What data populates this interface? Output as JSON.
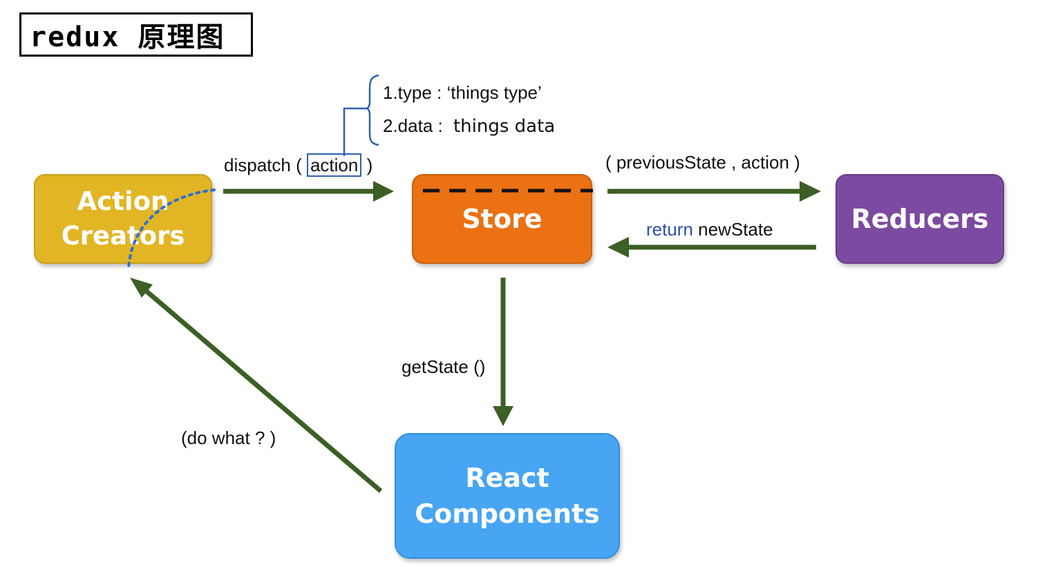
{
  "title": "redux 原理图",
  "nodes": {
    "action_creators": {
      "line1": "Action",
      "line2": "Creators",
      "color": "#e2b524"
    },
    "store": {
      "label": "Store",
      "color": "#eb7112"
    },
    "reducers": {
      "label": "Reducers",
      "color": "#7c4aa0"
    },
    "react_components": {
      "line1": "React",
      "line2": "Components",
      "color": "#47a5f3"
    }
  },
  "edges": {
    "dispatch": {
      "prefix": "dispatch (",
      "keyword": "action",
      "suffix": ")"
    },
    "to_reducers": "( previousState , action )",
    "from_reducers": {
      "keyword": "return",
      "rest": "newState"
    },
    "get_state": "getState ()",
    "do_what": "(do what ? )"
  },
  "action_fields": {
    "type": "1.type : ‘things type’",
    "data_key": "2.data :",
    "data_value": "things data"
  },
  "colors": {
    "arrow": "#3b5f24",
    "annotation_blue": "#2f5fb0"
  }
}
